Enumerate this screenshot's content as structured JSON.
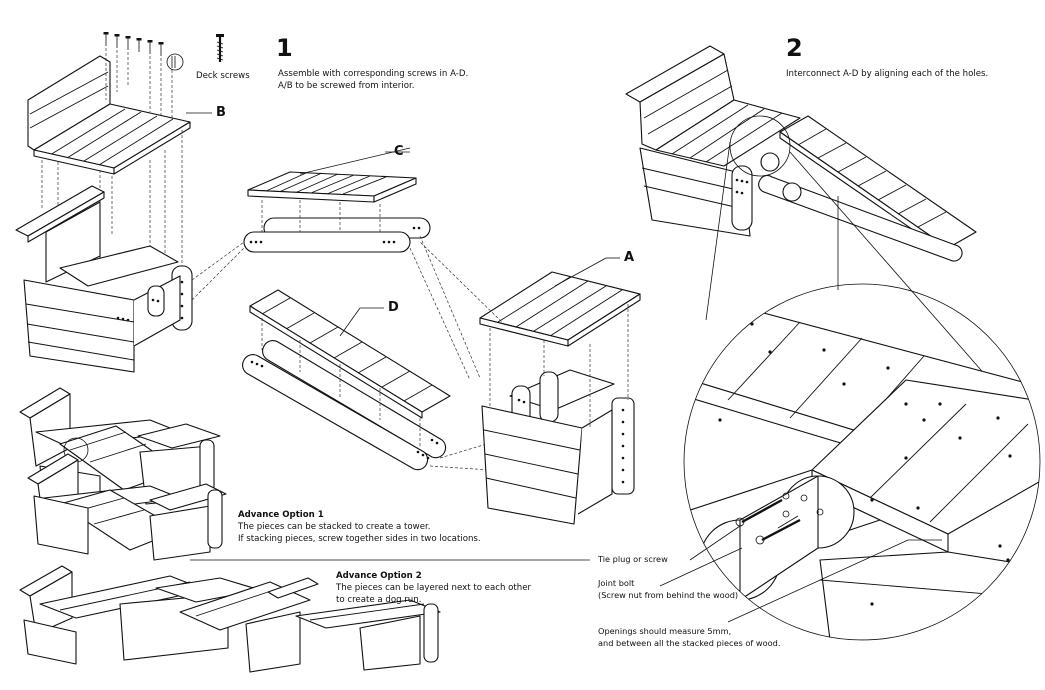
{
  "step1": {
    "number": "1",
    "instruction_line1": "Assemble with corresponding screws in A-D.",
    "instruction_line2": "A/B to be screwed from interior."
  },
  "step2": {
    "number": "2",
    "instruction": "Interconnect A-D by aligning each of the holes."
  },
  "deck_screws_label": "Deck screws",
  "part_labels": {
    "a": "A",
    "b": "B",
    "c": "C",
    "d": "D"
  },
  "option1": {
    "title": "Advance Option 1",
    "line1": "The pieces can be stacked to create a tower.",
    "line2": "If stacking pieces, screw together sides in two locations."
  },
  "option2": {
    "title": "Advance Option 2",
    "line1": "The pieces can be layered next to each other",
    "line2": "to create a dog run."
  },
  "callouts": {
    "tie_plug": "Tie plug or screw",
    "joint_bolt": "Joint bolt",
    "joint_bolt_note": "(Screw nut from behind the wood)",
    "openings_line1": "Openings should measure 5mm,",
    "openings_line2": "and between all the stacked pieces of wood."
  }
}
